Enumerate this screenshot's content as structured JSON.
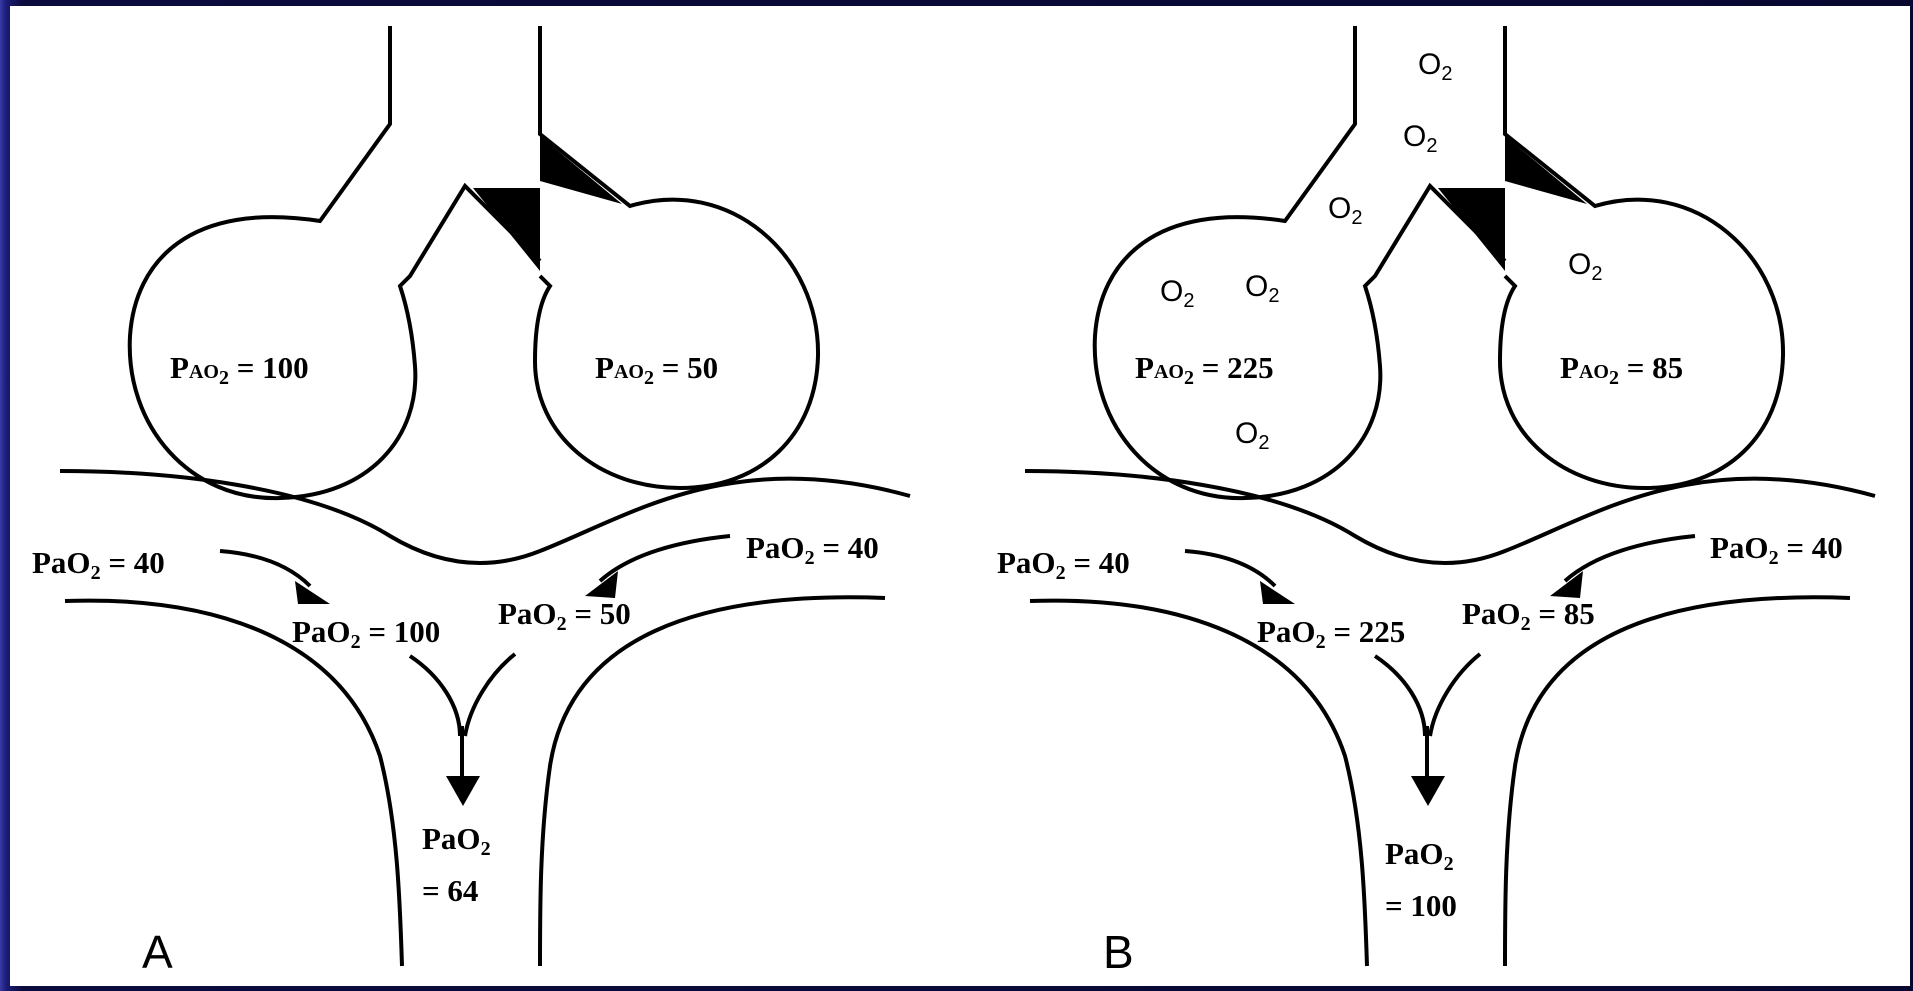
{
  "panels": [
    {
      "letter": "A",
      "alv_left": {
        "pre": "P",
        "a": "A",
        "o": "O",
        "sub": "2",
        "rest": " = 100"
      },
      "alv_right": {
        "pre": "P",
        "a": "A",
        "o": "O",
        "sub": "2",
        "rest": " = 50"
      },
      "in_left": {
        "pre": "PaO",
        "sub": "2",
        "rest": " = 40"
      },
      "in_right": {
        "pre": "PaO",
        "sub": "2",
        "rest": " = 40"
      },
      "cap_left": {
        "pre": "PaO",
        "sub": "2",
        "rest": " = 100"
      },
      "cap_right": {
        "pre": "PaO",
        "sub": "2",
        "rest": " = 50"
      },
      "mixed_line1": {
        "pre": "PaO",
        "sub": "2"
      },
      "mixed_line2": "= 64",
      "o2_markers": []
    },
    {
      "letter": "B",
      "alv_left": {
        "pre": "P",
        "a": "A",
        "o": "O",
        "sub": "2",
        "rest": " = 225"
      },
      "alv_right": {
        "pre": "P",
        "a": "A",
        "o": "O",
        "sub": "2",
        "rest": " = 85"
      },
      "in_left": {
        "pre": "PaO",
        "sub": "2",
        "rest": " = 40"
      },
      "in_right": {
        "pre": "PaO",
        "sub": "2",
        "rest": " = 40"
      },
      "cap_left": {
        "pre": "PaO",
        "sub": "2",
        "rest": " = 225"
      },
      "cap_right": {
        "pre": "PaO",
        "sub": "2",
        "rest": " = 85"
      },
      "mixed_line1": {
        "pre": "PaO",
        "sub": "2"
      },
      "mixed_line2": "= 100",
      "o2_markers": [
        "O",
        "O",
        "O",
        "O",
        "O",
        "O",
        "O"
      ],
      "o2_sub": "2"
    }
  ]
}
